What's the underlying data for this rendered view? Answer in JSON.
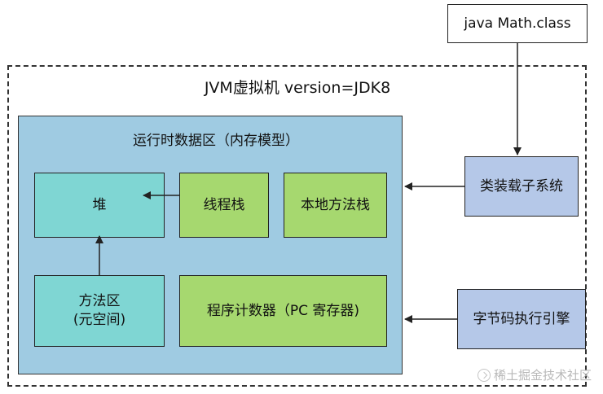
{
  "outer": {
    "title": "JVM虚拟机 version=JDK8"
  },
  "class_file": {
    "label": "java Math.class"
  },
  "runtime": {
    "title": "运行时数据区（内存模型）"
  },
  "heap": {
    "label": "堆"
  },
  "thread_stack": {
    "label": "线程栈"
  },
  "native_stack": {
    "label": "本地方法栈"
  },
  "method_area": {
    "line1": "方法区",
    "line2": "(元空间)"
  },
  "pc_register": {
    "label": "程序计数器（PC 寄存器)"
  },
  "class_loader": {
    "label": "类装载子系统"
  },
  "exec_engine": {
    "label": "字节码执行引擎"
  },
  "watermark": {
    "text": "稀土掘金技术社区"
  },
  "colors": {
    "runtime_bg": "#9fcbe2",
    "cyan": "#7fd6d3",
    "green": "#a6d86f",
    "lavender": "#b5c8e8"
  }
}
